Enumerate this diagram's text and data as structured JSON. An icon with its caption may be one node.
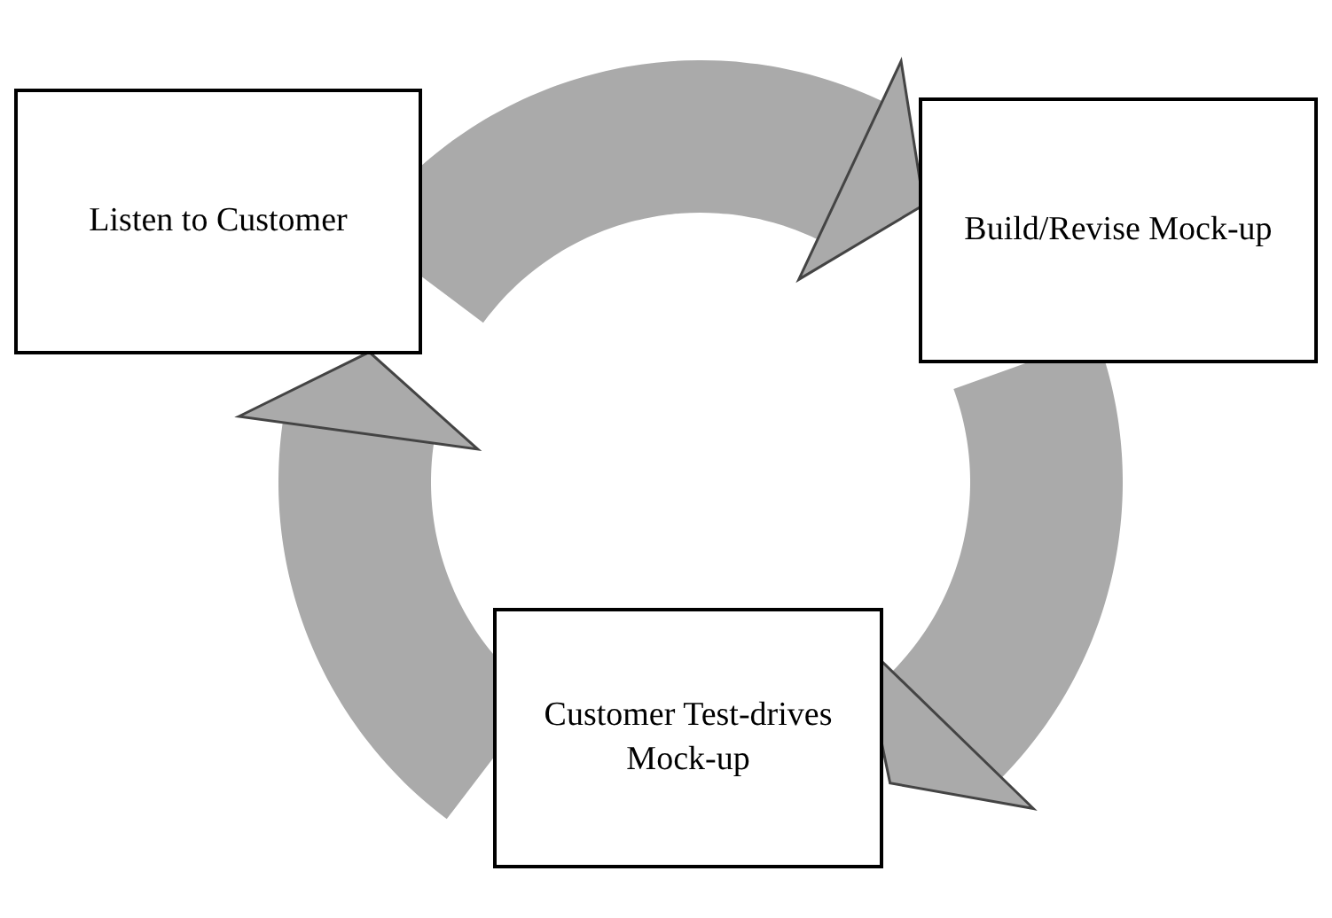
{
  "diagram": {
    "nodes": [
      {
        "text": [
          "Listen to Customer"
        ]
      },
      {
        "text": [
          "Build/Revise Mock-up"
        ]
      },
      {
        "text": [
          "Customer Test-drives Mock-up"
        ]
      }
    ],
    "edges": [
      {
        "from": 0,
        "to": 1,
        "arrow": "to"
      },
      {
        "from": 1,
        "to": 2,
        "arrow": "to"
      },
      {
        "from": 2,
        "to": 0,
        "arrow": "to"
      }
    ]
  }
}
